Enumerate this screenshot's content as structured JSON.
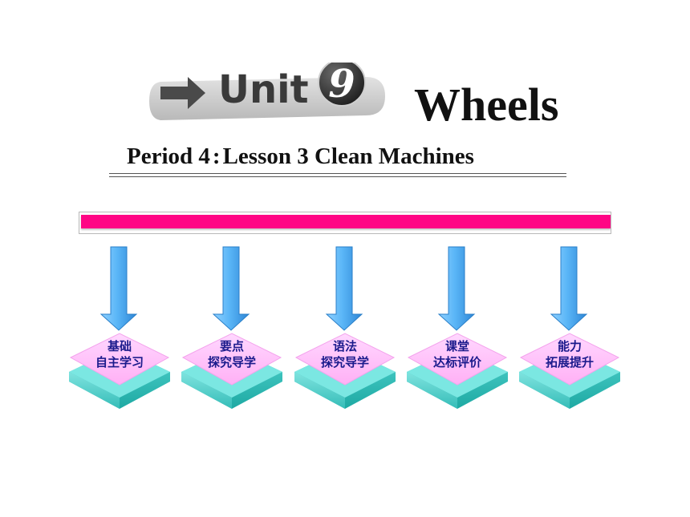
{
  "header": {
    "unit_word": "Unit",
    "unit_number": "9",
    "unit_title": "Wheels",
    "period_part1": "Period 4",
    "period_separator": ":",
    "period_part2": "Lesson 3 Clean Machines"
  },
  "colors": {
    "accent_bar": "#ff0585",
    "arrow": "#4aa8f0",
    "diamond_top": "#ffc2ff",
    "diamond_base": "#3ec9c4",
    "label_text": "#1a1a8c"
  },
  "nav": {
    "items": [
      {
        "line1": "基础",
        "line2": "自主学习"
      },
      {
        "line1": "要点",
        "line2": "探究导学"
      },
      {
        "line1": "语法",
        "line2": "探究导学"
      },
      {
        "line1": "课堂",
        "line2": "达标评价"
      },
      {
        "line1": "能力",
        "line2": "拓展提升"
      }
    ]
  }
}
